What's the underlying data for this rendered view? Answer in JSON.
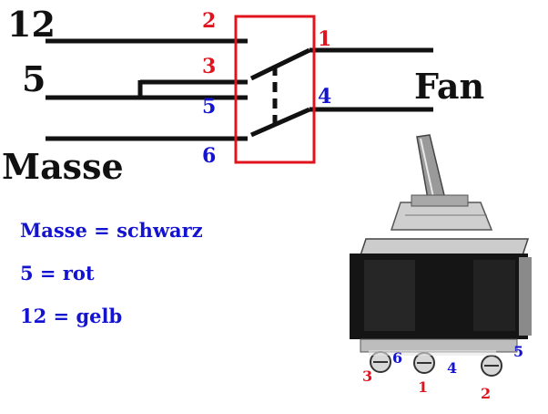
{
  "colors": {
    "red": "#e0141e",
    "blue": "#1414d0",
    "black": "#111111"
  },
  "labels": {
    "volt_12": "12",
    "volt_5": "5",
    "ground": "Masse",
    "fan": "Fan"
  },
  "pins_left": {
    "p2": "2",
    "p3": "3",
    "p5": "5",
    "p6": "6"
  },
  "pins_right": {
    "p1": "1",
    "p4": "4"
  },
  "legend": {
    "ground": "Masse = schwarz",
    "v5": "5 = rot",
    "v12": "12 = gelb"
  },
  "photo_pins": {
    "p6": "6",
    "p4": "4",
    "p5": "5",
    "p3": "3",
    "p1": "1",
    "p2": "2"
  }
}
